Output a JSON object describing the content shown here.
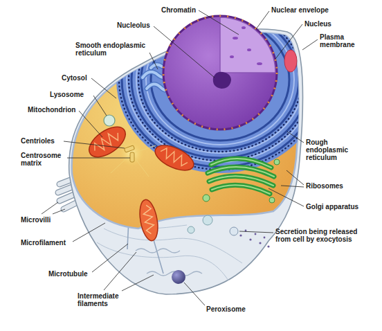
{
  "diagram": {
    "labels": [
      "Chromatin",
      "Nuclear envelope",
      "Nucleolus",
      "Nucleus",
      "Smooth endoplasmic reticulum",
      "Plasma membrane",
      "Cytosol",
      "Lysosome",
      "Mitochondrion",
      "Centrioles",
      "Rough endoplasmic reticulum",
      "Centrosome matrix",
      "Ribosomes",
      "Golgi apparatus",
      "Microvilli",
      "Secretion being released from cell by exocytosis",
      "Microfilament",
      "Microtubule",
      "Intermediate filaments",
      "Peroxisome"
    ]
  }
}
